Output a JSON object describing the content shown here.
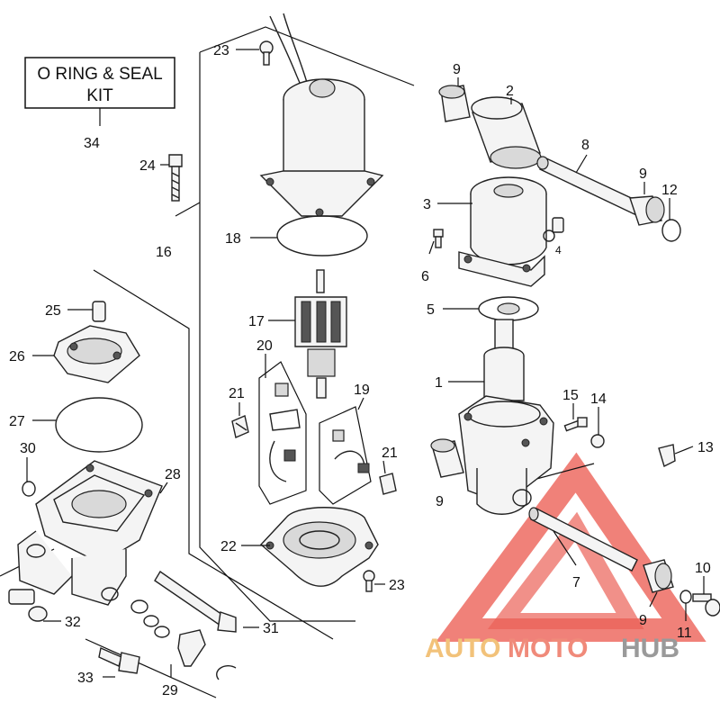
{
  "kit_box": {
    "line1": "O RING & SEAL",
    "line2": "KIT"
  },
  "callouts": [
    "1",
    "2",
    "3",
    "4",
    "5",
    "6",
    "7",
    "8",
    "9",
    "10",
    "11",
    "12",
    "13",
    "14",
    "15",
    "16",
    "17",
    "18",
    "19",
    "20",
    "21",
    "22",
    "23",
    "24",
    "25",
    "26",
    "27",
    "28",
    "29",
    "30",
    "31",
    "32",
    "33",
    "34"
  ],
  "labels": {
    "p1": "1",
    "p2": "2",
    "p3": "3",
    "p4": "4",
    "p5": "5",
    "p6": "6",
    "p7": "7",
    "p8": "8",
    "p9a": "9",
    "p9b": "9",
    "p9c": "9",
    "p9d": "9",
    "p10": "10",
    "p11": "11",
    "p12": "12",
    "p13": "13",
    "p14": "14",
    "p15": "15",
    "p16": "16",
    "p17": "17",
    "p18": "18",
    "p19": "19",
    "p20": "20",
    "p21a": "21",
    "p21b": "21",
    "p22": "22",
    "p23a": "23",
    "p23b": "23",
    "p24": "24",
    "p25": "25",
    "p26": "26",
    "p27": "27",
    "p28": "28",
    "p29": "29",
    "p30": "30",
    "p31": "31",
    "p32": "32",
    "p33": "33",
    "p34": "34"
  },
  "watermark": {
    "part1": "AUTO",
    "part2": "MOTO",
    "part3": "HUB",
    "colors": {
      "auto": "#f2c27a",
      "moto": "#f08a7a",
      "hub": "#9a9a9a",
      "triangle": "#e8463b"
    }
  }
}
